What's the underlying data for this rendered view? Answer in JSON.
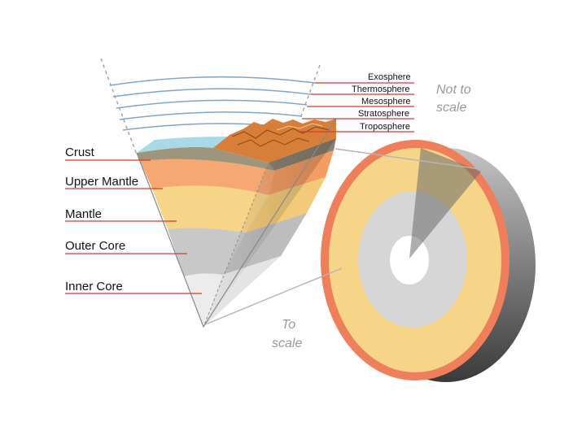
{
  "layers": [
    {
      "key": "crust",
      "label": "Crust",
      "color": "#9e957d"
    },
    {
      "key": "upper_mantle",
      "label": "Upper Mantle",
      "color": "#f6a772"
    },
    {
      "key": "mantle",
      "label": "Mantle",
      "color": "#f6d488"
    },
    {
      "key": "outer_core",
      "label": "Outer Core",
      "color": "#c8c8c8"
    },
    {
      "key": "inner_core",
      "label": "Inner Core",
      "color": "#ececec"
    }
  ],
  "atmosphere": [
    {
      "key": "exosphere",
      "label": "Exosphere"
    },
    {
      "key": "thermosphere",
      "label": "Thermosphere"
    },
    {
      "key": "mesosphere",
      "label": "Mesosphere"
    },
    {
      "key": "stratosphere",
      "label": "Stratosphere"
    },
    {
      "key": "troposphere",
      "label": "Troposphere"
    }
  ],
  "notes": {
    "not_to_scale_1": "Not to",
    "not_to_scale_2": "scale",
    "to_scale_1": "To",
    "to_scale_2": "scale"
  },
  "colors": {
    "label_line": "#d83a2e",
    "atmosphere_line": "#7ea6c8",
    "ocean": "#a9d8e6",
    "mountains": "#d77f38",
    "sphere_crust": "#ee7f5a",
    "sphere_mantle": "#f6d488",
    "sphere_outer_core": "#d6d6d6",
    "sphere_inner_core": "#ffffff"
  }
}
